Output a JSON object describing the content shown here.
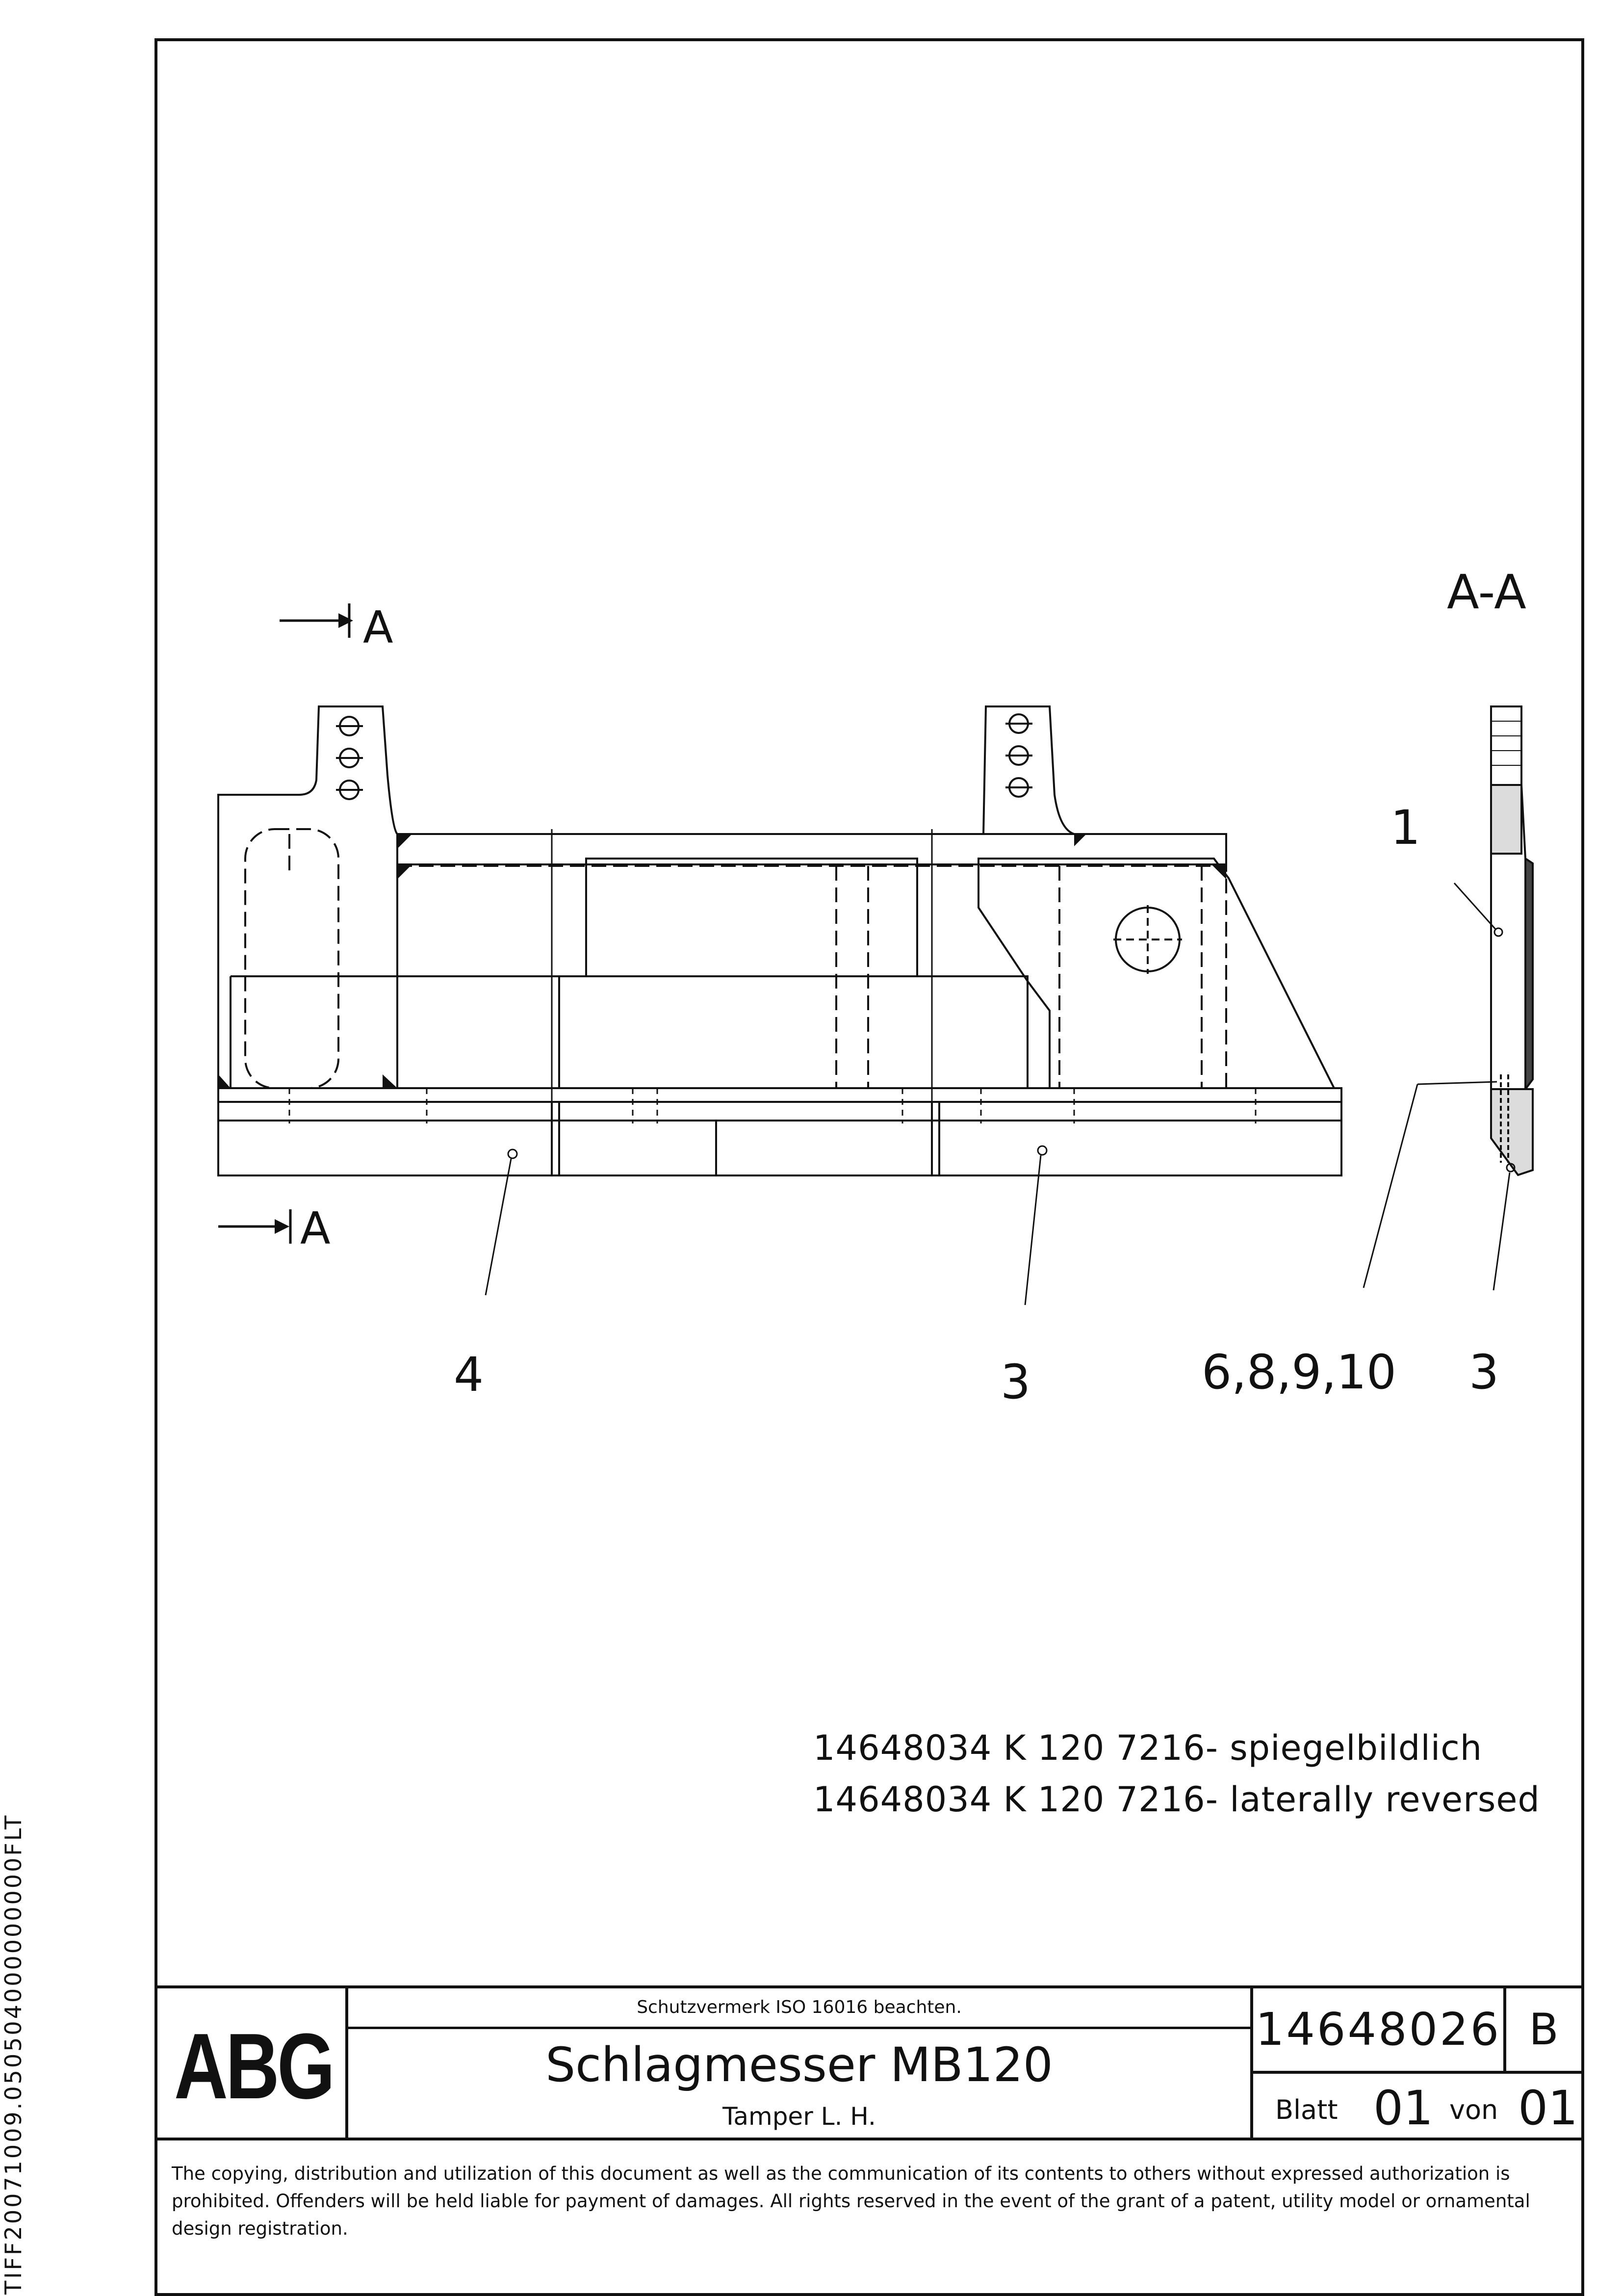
{
  "section_marker": {
    "top_label": "A",
    "bottom_label": "A",
    "view_title": "A-A"
  },
  "callouts": {
    "c1": "1",
    "c4": "4",
    "c3_main": "3",
    "c6_10": "6,8,9,10",
    "c3_section": "3"
  },
  "notes": {
    "line_de": "14648034  K 120 7216- spiegelbildlich",
    "line_en": "14648034  K 120 7216- laterally reversed"
  },
  "title_block": {
    "logo": "ABG",
    "protection_note": "Schutzvermerk ISO 16016 beachten.",
    "title": "Schlagmesser MB120",
    "subtitle": "Tamper L. H.",
    "document_number": "14648026",
    "revision": "B",
    "sheet_label": "Blatt",
    "sheet_value": "01",
    "of_label": "von",
    "of_value": "01",
    "copyright": "The copying, distribution and utilization of this document as well as the communication of its contents to others without expressed authorization is prohibited. Offenders will be held liable for payment of damages. All rights reserved in the event of the grant of a patent, utility model or ornamental design registration."
  },
  "side_code": "TIFF20071009.050504000000000FLT"
}
